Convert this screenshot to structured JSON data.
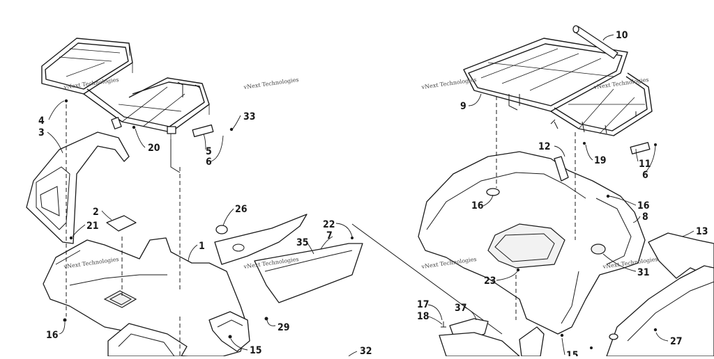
{
  "watermark": "vNext Technologies",
  "callouts": [
    "1",
    "2",
    "3",
    "4",
    "5",
    "6",
    "7",
    "8",
    "9",
    "10",
    "11",
    "12",
    "13",
    "15",
    "16",
    "17",
    "18",
    "19",
    "20",
    "21",
    "22",
    "23",
    "26",
    "27",
    "29",
    "31",
    "32",
    "33",
    "35",
    "37"
  ],
  "colors": {
    "line": "#1a1a1a",
    "background": "#ffffff",
    "fill_light": "#f2f2f2"
  }
}
